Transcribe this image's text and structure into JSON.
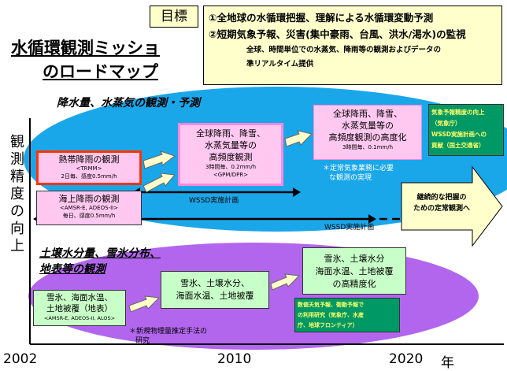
{
  "goal_tag": "目標",
  "goals": {
    "line1": "①全地球の水循環把握、理解による水循環変動予測",
    "line2": "②短期気象予報、災害(集中豪雨、台風、洪水/渇水)の監視",
    "line3": "全球、時間単位での水蒸気、降雨等の観測およびデータの",
    "line4": "準リアルタイム提供"
  },
  "title": {
    "line1": "水循環観測ミッショ",
    "line2": "のロードマップ"
  },
  "y_axis_label": [
    "観",
    "測",
    "精",
    "度",
    "の",
    "向",
    "上"
  ],
  "x_axis": {
    "ticks": [
      "2002",
      "2010",
      "2020"
    ],
    "unit": "年"
  },
  "upper_band": {
    "heading": "降水量、水蒸気の観測・予測",
    "box_trmm": {
      "line1": "熱帯降雨の観測",
      "line2": "<TRMM>",
      "line3": "2日毎、感度0.5mm/h"
    },
    "box_amsre": {
      "line1": "海上降雨の観測",
      "line2": "<AMSR-E, ADEOS-II>",
      "line3": "毎日、感度0.5mm/h"
    },
    "box_gpm": {
      "line1": "全球降雨、降雪、",
      "line2": "水蒸気量等の",
      "line3": "高頻度観測",
      "line4": "3時間毎、0.2mm/h",
      "line5": "<GPM/DPR>"
    },
    "box_future": {
      "line1": "全球降雨、降雪、",
      "line2": "水蒸気量等の",
      "line3": "高頻度観測の高度化",
      "line4": "3時間毎、0.1mm/h"
    },
    "operational_note": {
      "line1": "＊定常気象業務に必要",
      "line2": "な観測の実現"
    },
    "forecast_box": {
      "line1": "気象予報精度の向上",
      "line2": "（気象庁）",
      "line3": "WSSD実施計画への",
      "line4": "貢献（国土交通省）"
    },
    "wssd1": "WSSD実施計画",
    "wssd2": "WSSD実施計画",
    "arrow_right": {
      "line1": "継続的な把握の",
      "line2": "ための定常観測へ"
    }
  },
  "lower_band": {
    "heading": {
      "line1": "土壌水分量、雪氷分布、",
      "line2": "地表等の観測"
    },
    "box1": {
      "line1": "雪氷、海面水温、",
      "line2": "土地被覆（地表）",
      "line3": "<AMSR-E, ADEOS-II, ALOS>"
    },
    "box2": {
      "line1": "雪氷、土壌水分、",
      "line2": "海面水温、土地被覆"
    },
    "box3": {
      "line1": "雪氷、土壌水分",
      "line2": "海面水温、土地被覆",
      "line3": "の高精度化"
    },
    "note": {
      "line1": "＊新規物理量推定手法の",
      "line2": "研究"
    },
    "green_box": {
      "line1": "数値天気予報、衛動予報で",
      "line2": "の利用研究（気象庁、水産",
      "line3": "庁、地球フロンティア）"
    }
  },
  "colors": {
    "upper_band": "#1aa7ea",
    "lower_band": "#b266ee",
    "pink_box": "#ffc8f0",
    "green_box": "#c8ffc8",
    "goal_box": "#ffffcc",
    "red_border": "#ff3300",
    "forecast_box": "#009966"
  }
}
